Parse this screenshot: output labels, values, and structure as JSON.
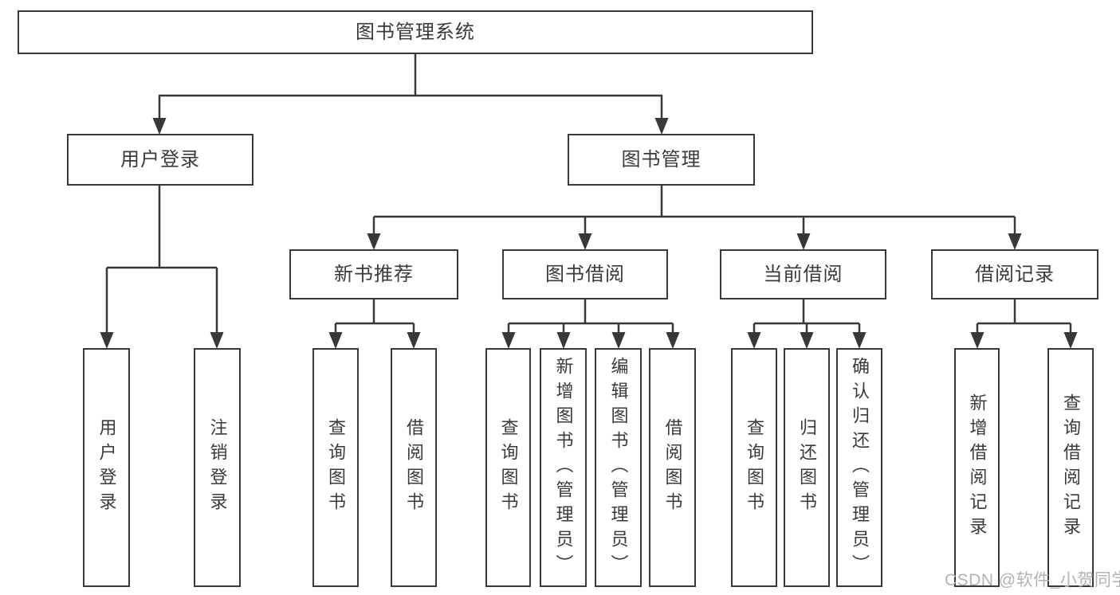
{
  "diagram": {
    "root": "图书管理系统",
    "branches": [
      {
        "label": "用户登录",
        "children": [
          "用户登录",
          "注销登录"
        ]
      },
      {
        "label": "图书管理",
        "children": [
          {
            "label": "新书推荐",
            "children": [
              "查询图书",
              "借阅图书"
            ]
          },
          {
            "label": "图书借阅",
            "children": [
              "查询图书",
              "新增图书（管理员）",
              "编辑图书（管理员）",
              "借阅图书"
            ]
          },
          {
            "label": "当前借阅",
            "children": [
              "查询图书",
              "归还图书",
              "确认归还（管理员）"
            ]
          },
          {
            "label": "借阅记录",
            "children": [
              "新增借阅记录",
              "查询借阅记录"
            ]
          }
        ]
      }
    ]
  },
  "watermark": {
    "text": "CSDN @软件_小贺同学"
  },
  "colors": {
    "line": "#383838",
    "box_border": "#383838",
    "text": "#3a3a3a",
    "watermark": "#b3b3b3",
    "background": "#ffffff"
  }
}
